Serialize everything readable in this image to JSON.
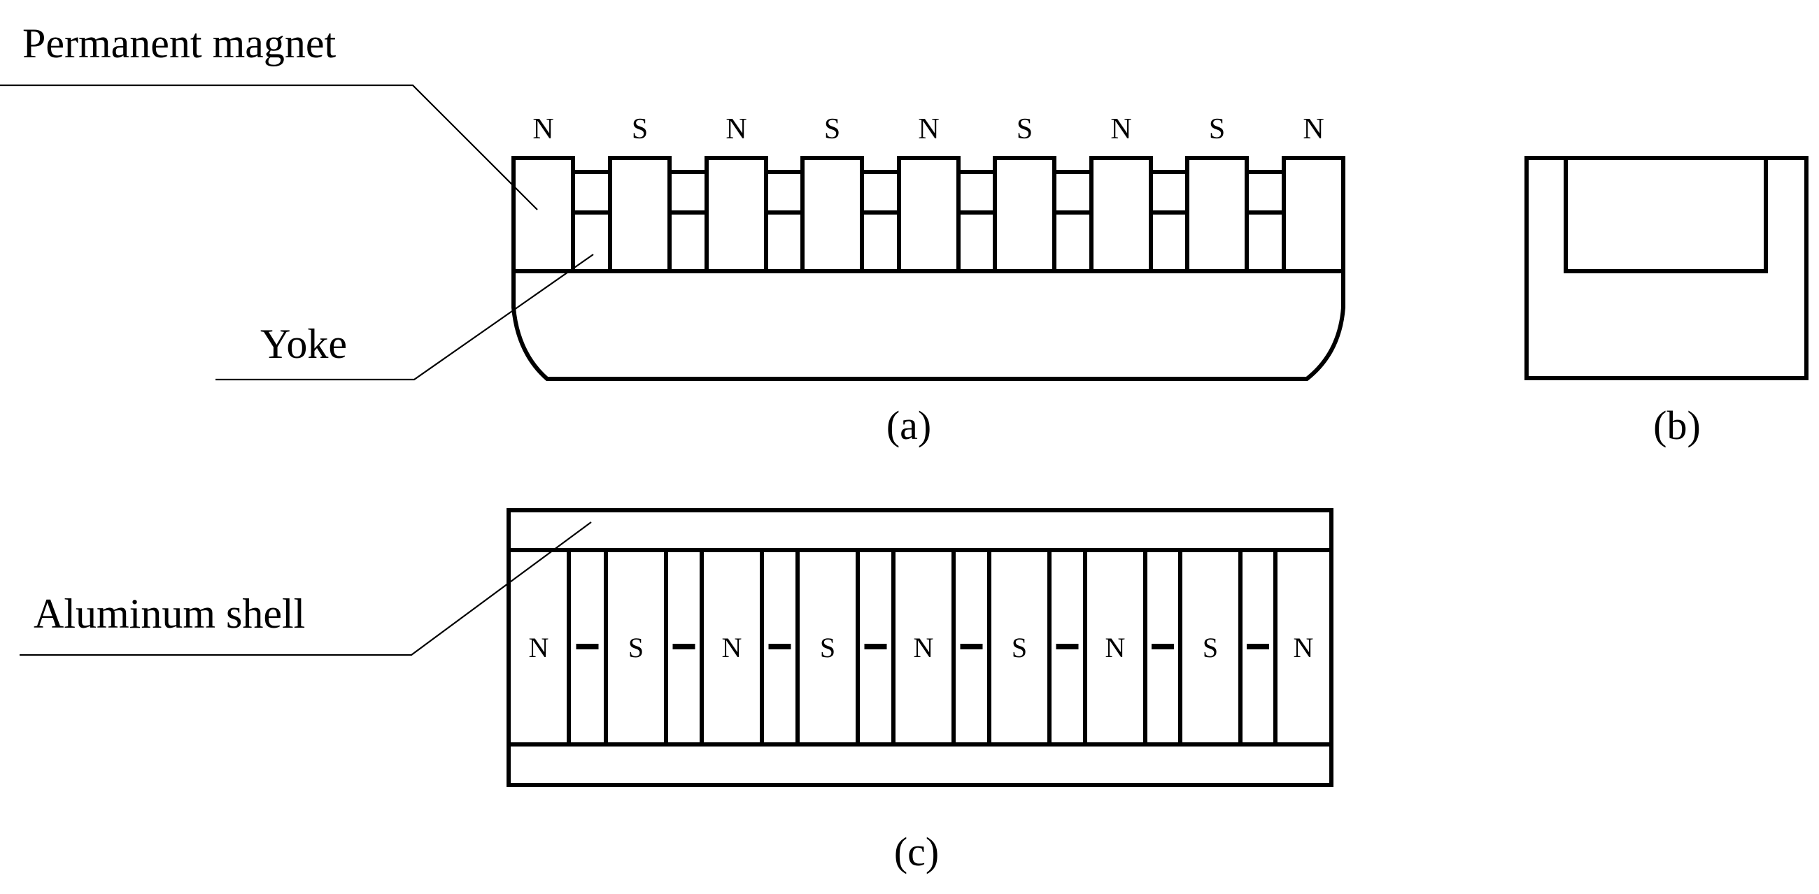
{
  "labels": {
    "permanent_magnet": "Permanent magnet",
    "yoke": "Yoke",
    "aluminum_shell": "Aluminum shell"
  },
  "captions": {
    "a": "(a)",
    "b": "(b)",
    "c": "(c)"
  },
  "poles_a": [
    "N",
    "S",
    "N",
    "S",
    "N",
    "S",
    "N",
    "S",
    "N"
  ],
  "poles_c": [
    "N",
    "S",
    "N",
    "S",
    "N",
    "S",
    "N",
    "S",
    "N"
  ]
}
